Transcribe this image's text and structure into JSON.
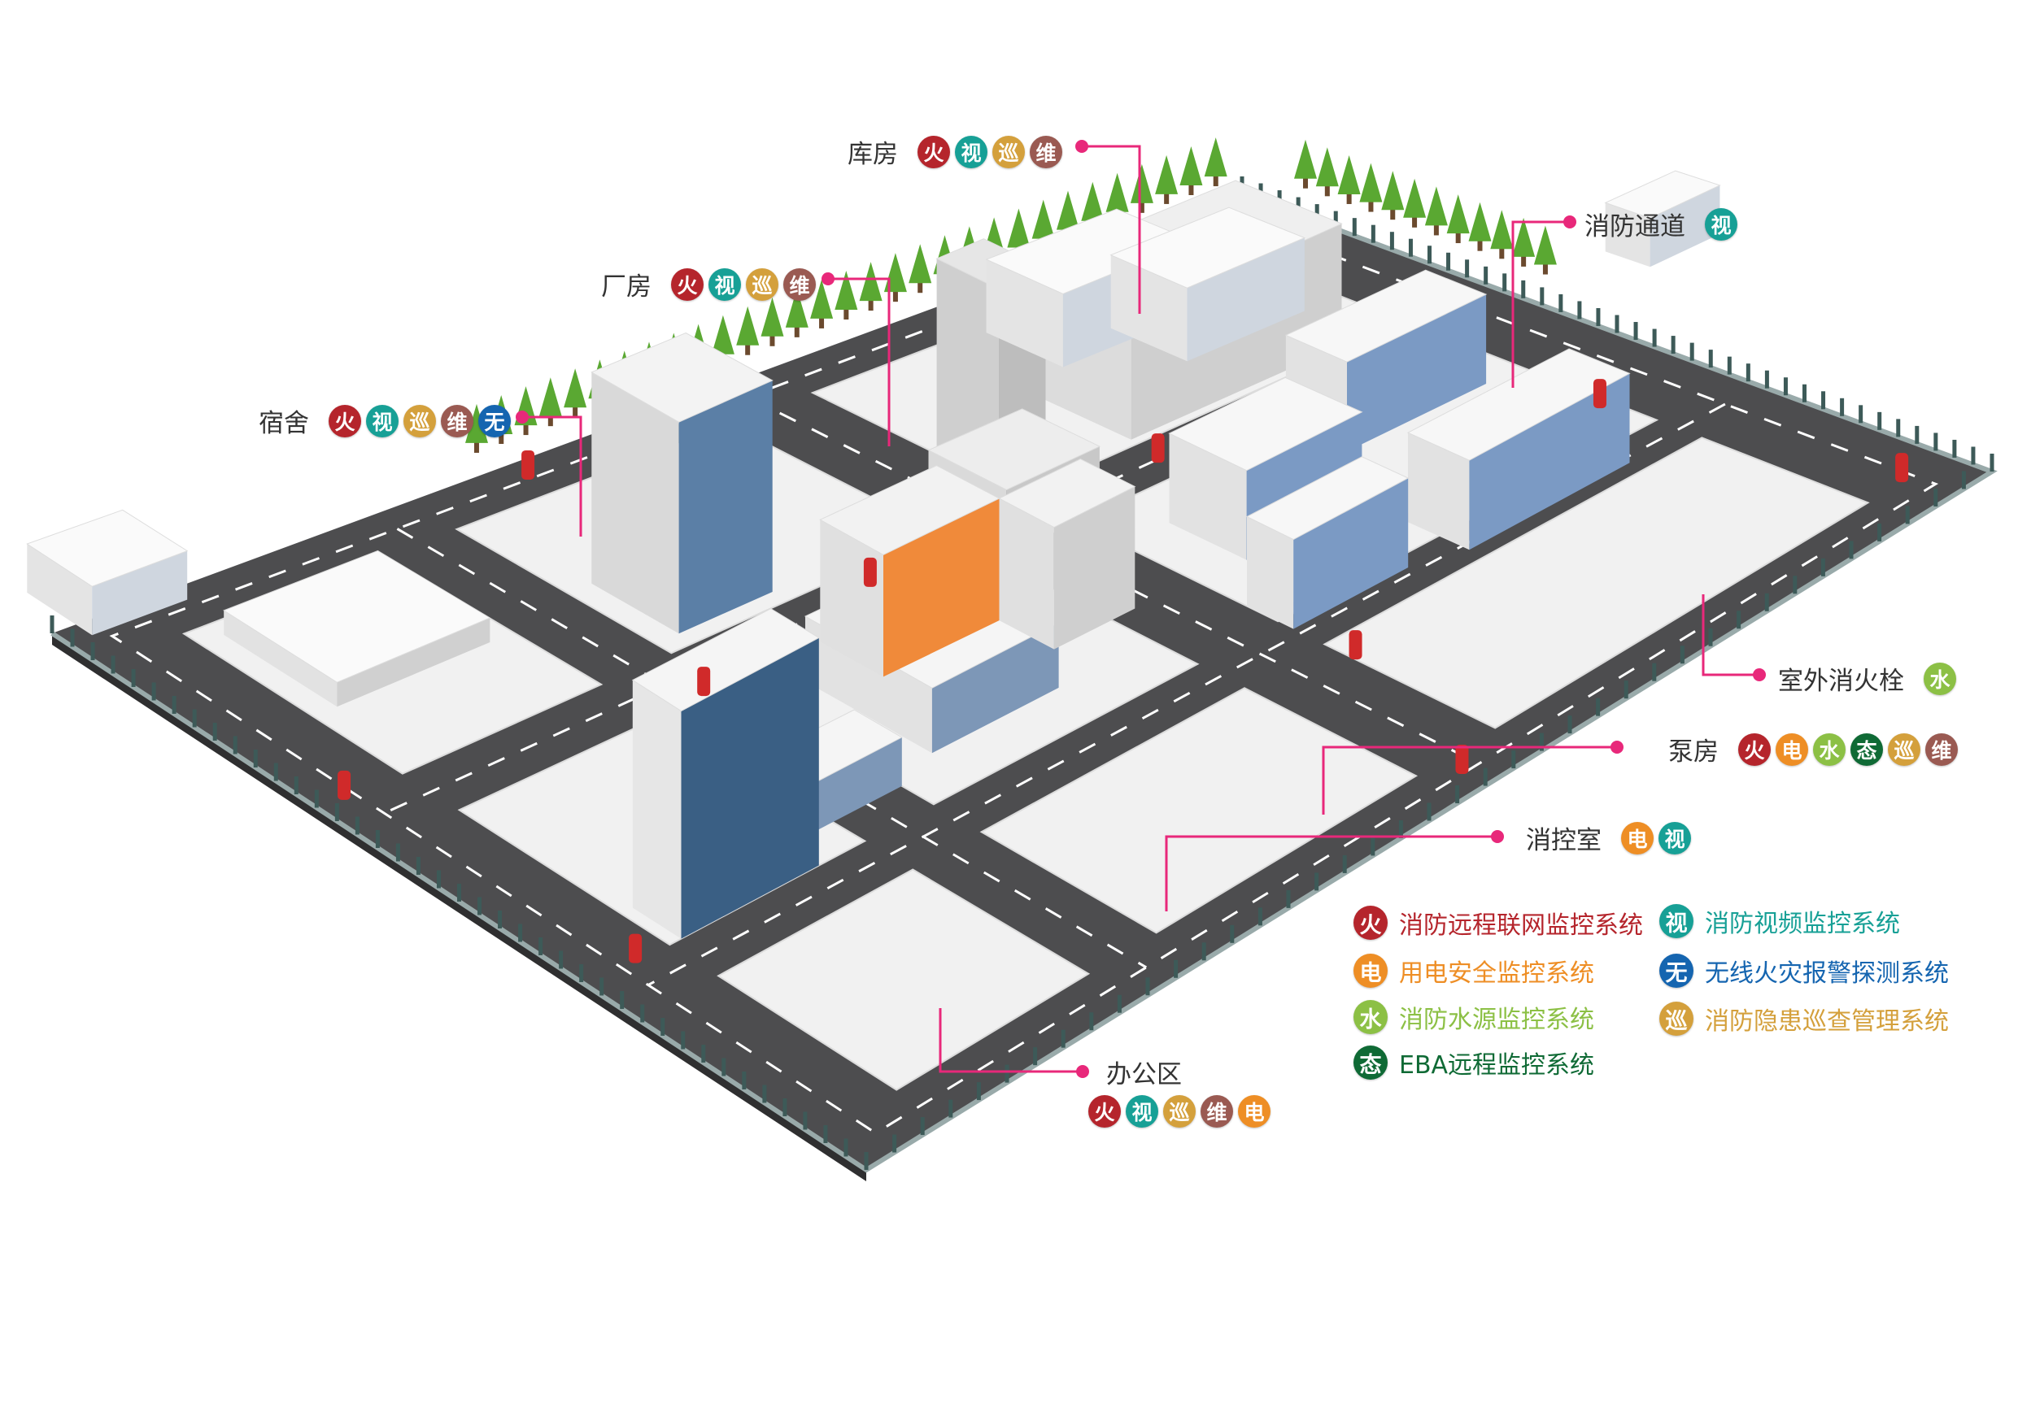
{
  "colors": {
    "火": "#b5252c",
    "视": "#17a096",
    "巡": "#d4a03c",
    "维": "#9a5a52",
    "无": "#1565b0",
    "电": "#ee8e25",
    "水": "#8cc045",
    "态": "#0f6a35",
    "leader": "#e8287a"
  },
  "labels": [
    {
      "name": "库房",
      "badges": [
        "火",
        "视",
        "巡",
        "维"
      ]
    },
    {
      "name": "厂房",
      "badges": [
        "火",
        "视",
        "巡",
        "维"
      ]
    },
    {
      "name": "宿舍",
      "badges": [
        "火",
        "视",
        "巡",
        "维",
        "无"
      ]
    },
    {
      "name": "消防通道",
      "badges": [
        "视"
      ]
    },
    {
      "name": "室外消火栓",
      "badges": [
        "水"
      ]
    },
    {
      "name": "泵房",
      "badges": [
        "火",
        "电",
        "水",
        "态",
        "巡",
        "维"
      ]
    },
    {
      "name": "消控室",
      "badges": [
        "电",
        "视"
      ]
    },
    {
      "name": "办公区",
      "badges": [
        "火",
        "视",
        "巡",
        "维",
        "电"
      ]
    }
  ],
  "legend": [
    {
      "icon": "火",
      "text": "消防远程联网监控系统"
    },
    {
      "icon": "视",
      "text": "消防视频监控系统"
    },
    {
      "icon": "电",
      "text": "用电安全监控系统"
    },
    {
      "icon": "无",
      "text": "无线火灾报警探测系统"
    },
    {
      "icon": "水",
      "text": "消防水源监控系统"
    },
    {
      "icon": "巡",
      "text": "消防隐患巡查管理系统"
    },
    {
      "icon": "态",
      "text": "EBA远程监控系统"
    }
  ]
}
